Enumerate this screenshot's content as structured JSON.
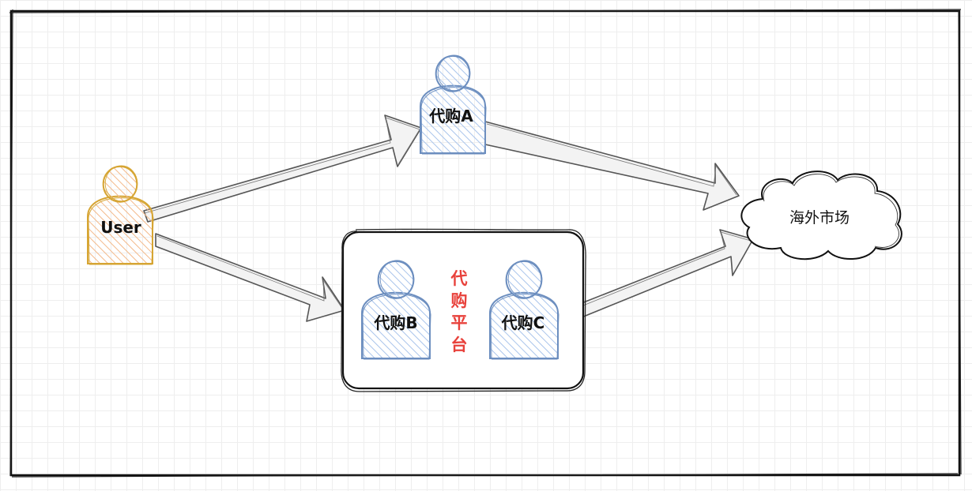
{
  "diagram": {
    "nodes": {
      "user": {
        "label": "User",
        "color": "#d6a533",
        "fill": "#f5c9a0"
      },
      "agent_a": {
        "label": "代购A",
        "color": "#6c8ebf",
        "fill": "#a9c4eb"
      },
      "agent_b": {
        "label": "代购B",
        "color": "#6c8ebf",
        "fill": "#a9c4eb"
      },
      "agent_c": {
        "label": "代购C",
        "color": "#6c8ebf",
        "fill": "#a9c4eb"
      },
      "market": {
        "label": "海外市场"
      }
    },
    "platform": {
      "label_chars": [
        "代",
        "购",
        "平",
        "台"
      ],
      "label_color": "#e8413b"
    },
    "edges": [
      {
        "from": "user",
        "to": "agent_a"
      },
      {
        "from": "user",
        "to": "platform"
      },
      {
        "from": "agent_a",
        "to": "market"
      },
      {
        "from": "platform",
        "to": "market"
      }
    ]
  }
}
